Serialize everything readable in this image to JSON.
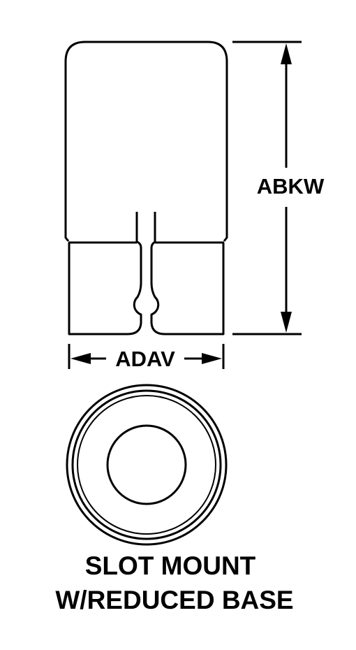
{
  "labels": {
    "height_dimension": "ABKW",
    "width_dimension": "ADAV"
  },
  "caption": {
    "line1": "SLOT MOUNT",
    "line2": "W/REDUCED BASE"
  },
  "colors": {
    "ink": "#000000",
    "paper": "#ffffff"
  }
}
